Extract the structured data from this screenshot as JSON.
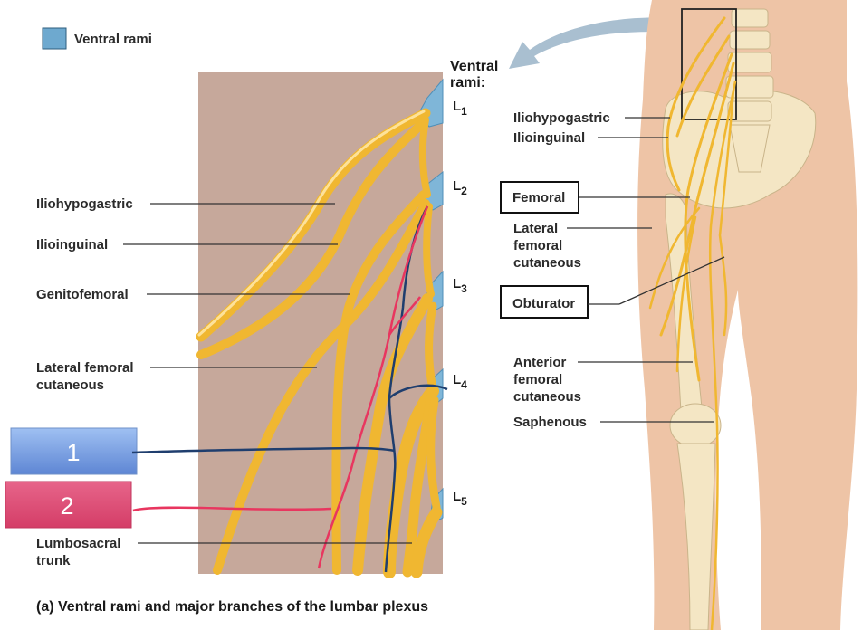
{
  "legend": {
    "label": "Ventral rami",
    "swatch_color": "#6ea9cf"
  },
  "header": {
    "line1": "Ventral",
    "line2": "rami:"
  },
  "levels": [
    {
      "letter": "L",
      "sub": "1"
    },
    {
      "letter": "L",
      "sub": "2"
    },
    {
      "letter": "L",
      "sub": "3"
    },
    {
      "letter": "L",
      "sub": "4"
    },
    {
      "letter": "L",
      "sub": "5"
    }
  ],
  "left_labels": {
    "iliohypogastric": "Iliohypogastric",
    "ilioinguinal": "Ilioinguinal",
    "genitofemoral": "Genitofemoral",
    "lateral_femoral_1": "Lateral femoral",
    "lateral_femoral_2": "cutaneous",
    "lumbosacral_1": "Lumbosacral",
    "lumbosacral_2": "trunk"
  },
  "right_labels": {
    "iliohypogastric": "Iliohypogastric",
    "ilioinguinal": "Ilioinguinal",
    "femoral": "Femoral",
    "lateral_1": "Lateral",
    "lateral_2": "femoral",
    "lateral_3": "cutaneous",
    "obturator": "Obturator",
    "anterior_1": "Anterior",
    "anterior_2": "femoral",
    "anterior_3": "cutaneous",
    "saphenous": "Saphenous"
  },
  "markers": [
    {
      "text": "1",
      "color": "#7fa8e8",
      "line_color": "#1f3e6e"
    },
    {
      "text": "2",
      "color": "#e04f78",
      "line_color": "#e8365f"
    }
  ],
  "caption": "(a) Ventral rami and major branches of the lumbar plexus",
  "colors": {
    "nerve": "#f0b731",
    "panel": "#c6a89b",
    "skin": "#eec4a6",
    "bone": "#f4e6c4"
  }
}
